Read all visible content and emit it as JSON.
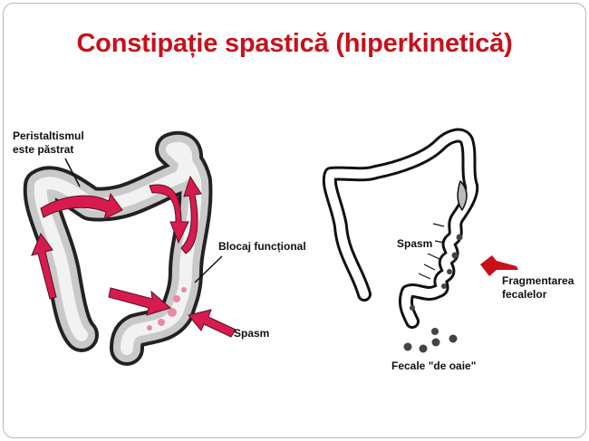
{
  "slide": {
    "title": "Constipație spastică (hiperkinetică)",
    "left_diagram": {
      "label_peristalsis_line1": "Peristaltismul",
      "label_peristalsis_line2": "este păstrat",
      "label_block": "Blocaj funcțional",
      "label_spasm": "Spasm"
    },
    "right_diagram": {
      "label_spasm": "Spasm",
      "label_fragmentation_line1": "Fragmentarea",
      "label_fragmentation_line2": "fecalelor",
      "label_stool": "Fecale \"de oaie\""
    },
    "colors": {
      "title": "#c8101a",
      "arrow_pink": "#d81b4e",
      "arrow_red": "#c8101a"
    }
  }
}
